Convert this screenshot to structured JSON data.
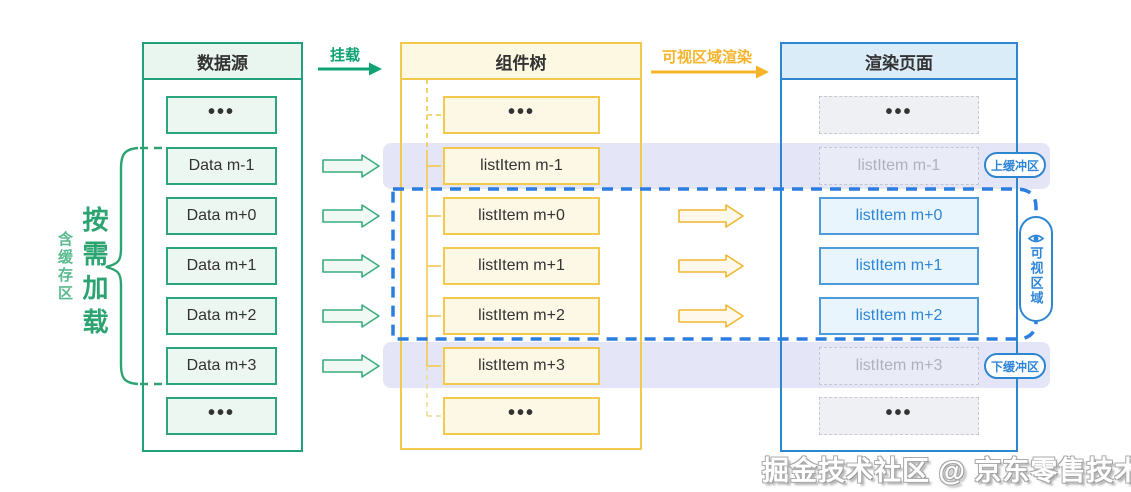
{
  "labels": {
    "mount": "挂载",
    "viewport_render": "可视区域渲染",
    "load_on_demand": "按需加载",
    "with_cache_area": "含缓存区",
    "upper_buffer": "上缓冲区",
    "lower_buffer": "下缓冲区",
    "visible_area": "可视区域",
    "watermark": "掘金技术社区 @ 京东零售技术"
  },
  "columns": {
    "datasource": {
      "title": "数据源",
      "items": [
        {
          "label": "•••"
        },
        {
          "label": "Data m-1"
        },
        {
          "label": "Data m+0"
        },
        {
          "label": "Data m+1"
        },
        {
          "label": "Data m+2"
        },
        {
          "label": "Data m+3"
        },
        {
          "label": "•••"
        }
      ]
    },
    "component_tree": {
      "title": "组件树",
      "items": [
        {
          "label": "•••"
        },
        {
          "label": "listItem m-1"
        },
        {
          "label": "listItem m+0"
        },
        {
          "label": "listItem m+1"
        },
        {
          "label": "listItem m+2"
        },
        {
          "label": "listItem m+3"
        },
        {
          "label": "•••"
        }
      ]
    },
    "render_page": {
      "title": "渲染页面",
      "items": [
        {
          "label": "•••",
          "state": "placeholder"
        },
        {
          "label": "listItem m-1",
          "state": "buffer"
        },
        {
          "label": "listItem m+0",
          "state": "visible"
        },
        {
          "label": "listItem m+1",
          "state": "visible"
        },
        {
          "label": "listItem m+2",
          "state": "visible"
        },
        {
          "label": "listItem m+3",
          "state": "buffer"
        },
        {
          "label": "•••",
          "state": "placeholder"
        }
      ]
    }
  },
  "colors": {
    "green": "#0fa374",
    "green_brace": "#2ba471",
    "green_light": "#58bb8f",
    "yellow": "#f2c94c",
    "yellow_label": "#f6b42a",
    "blue": "#2f86d0",
    "blue_text": "#2e86d8",
    "viewport_dash": "#2b7de0",
    "buffer_band": "#e4e6f8"
  }
}
